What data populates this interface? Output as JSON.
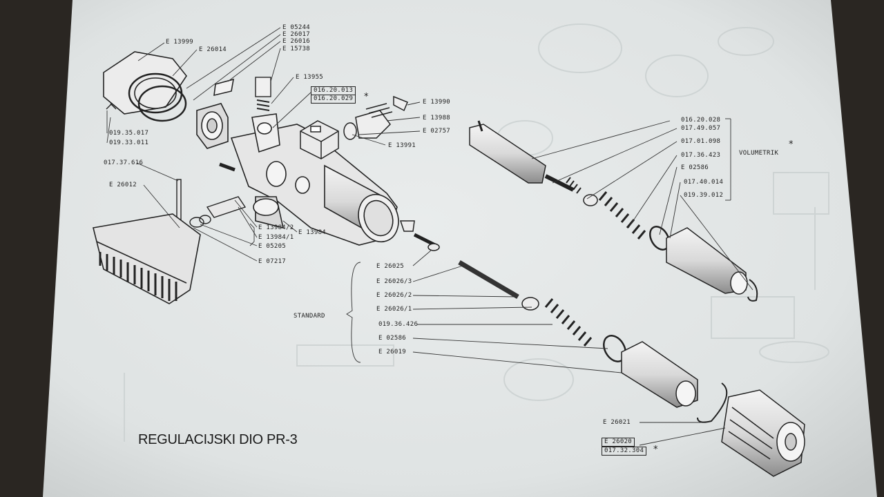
{
  "title": "REGULACIJSKI DIO PR-3",
  "group_labels": {
    "standard": "STANDARD",
    "volumetrik": "VOLUMETRIK"
  },
  "marker": "*",
  "part_labels": {
    "e05244": "E 05244",
    "e26017": "E 26017",
    "e26016": "E 26016",
    "e15738": "E 15738",
    "e13999": "E 13999",
    "e26014": "E 26014",
    "e13955": "E 13955",
    "p016_20_013": "016.20.013",
    "p016_20_029": "016.20.029",
    "e13990": "E 13990",
    "e13988": "E 13988",
    "e02757": "E 02757",
    "e13991": "E 13991",
    "p019_35_017": "019.35.017",
    "p019_33_011": "019.33.011",
    "p017_37_616": "017.37.616",
    "e26012": "E 26012",
    "e13984_2": "E 13984/2",
    "e13984": "E 13984",
    "e13984_1": "E 13984/1",
    "e05205": "E 05205",
    "e07217": "E 07217",
    "p016_20_028": "016.20.028",
    "p017_49_057": "017.49.057",
    "p017_01_098": "017.01.098",
    "p017_36_423": "017.36.423",
    "e02586_v": "E 02586",
    "p017_40_014": "017.40.014",
    "p019_39_012": "019.39.012",
    "e26025": "E 26025",
    "e26026_3": "E 26026/3",
    "e26026_2": "E 26026/2",
    "e26026_1": "E 26026/1",
    "p019_36_426": "019.36.426",
    "e02586_s": "E 02586",
    "e26019": "E 26019",
    "e26021": "E 26021",
    "e26020": "E 26020",
    "p017_32_304": "017.32.304"
  }
}
